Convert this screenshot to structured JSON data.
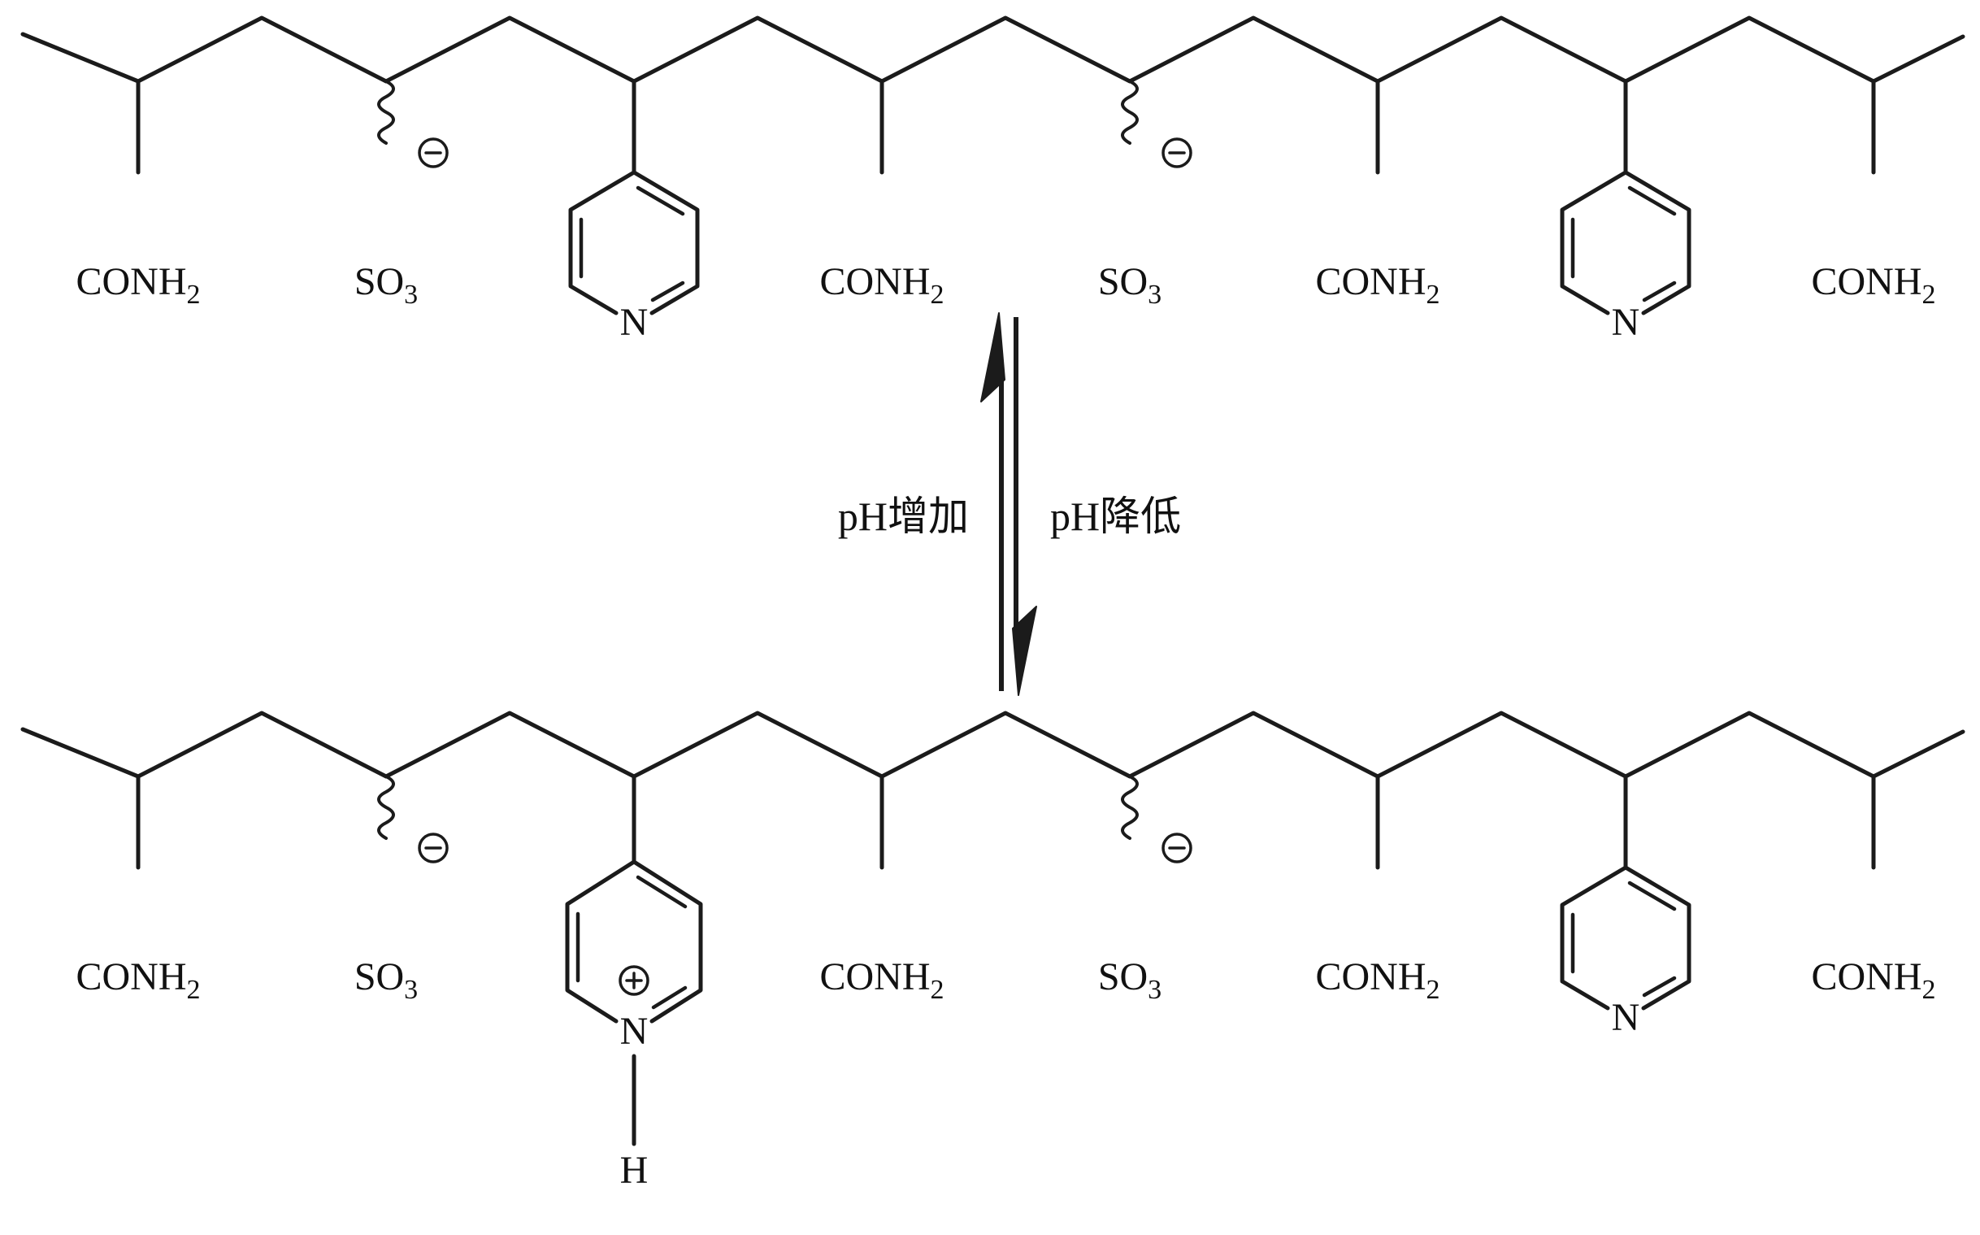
{
  "labels": {
    "amide": {
      "main": "CONH",
      "sub": "2"
    },
    "sulfonate": {
      "main": "SO",
      "sub": "3"
    },
    "nitrogen": "N",
    "hydrogen": "H"
  },
  "charges": {
    "negative": "⊖",
    "positive": "⊕"
  },
  "equilibrium": {
    "up_label": "pH增加",
    "down_label": "pH降低"
  },
  "chains": {
    "top": {
      "state": "deprotonated",
      "substituents": [
        "CONH2",
        "SO3−",
        "pyridine",
        "CONH2",
        "SO3−",
        "CONH2",
        "pyridine",
        "CONH2"
      ]
    },
    "bottom": {
      "state": "protonated",
      "substituents": [
        "CONH2",
        "SO3−",
        "pyridinium-NH+",
        "CONH2",
        "SO3−",
        "CONH2",
        "pyridine",
        "CONH2"
      ]
    }
  },
  "colors": {
    "line": "#1b1b1b",
    "background": "#ffffff"
  }
}
